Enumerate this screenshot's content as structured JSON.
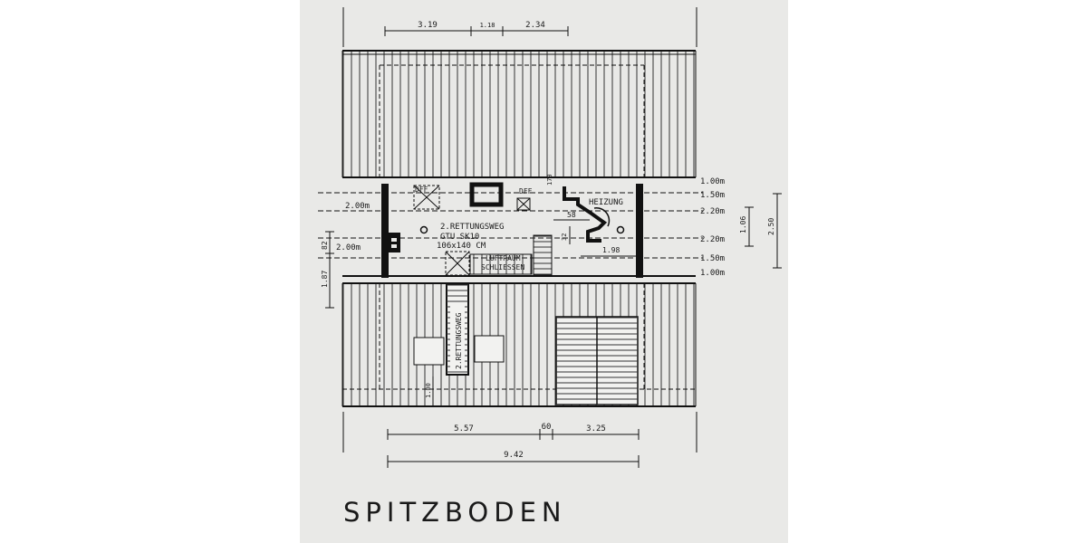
{
  "title": "SPITZBODEN",
  "dimensions_top": [
    "3.19",
    "1.18",
    "2.34"
  ],
  "dimensions_bottom": [
    "5.57",
    "60",
    "3.25"
  ],
  "dimension_total_bottom": "9.42",
  "heights_right": [
    "1.00m",
    "1.50m",
    "2.20m",
    "2.20m",
    "1.50m",
    "1.00m"
  ],
  "heights_left": [
    "2.00m",
    "2.00m"
  ],
  "side_dims": {
    "left_upper": "82",
    "left_lower": "1.87",
    "right_inner": "1.06",
    "right_outer": "2.50"
  },
  "room_labels": {
    "dff_1": "DFF",
    "dff_2": "DFF",
    "heizung": "HEIZUNG",
    "rettungsweg": "2.RETTUNGSWEG",
    "gtu": "GTU SK10",
    "gtu_size": "106x140 CM",
    "luftraum": "LUFTRAUM",
    "schliessen": "SCHLIESSEN",
    "rettungsweg_vertical": "2.RETTUNGSWEG"
  },
  "inner_dims": {
    "d_170": "170",
    "d_58": "58",
    "d_32": "32",
    "d_198": "1.98",
    "d_100": "1.00"
  }
}
